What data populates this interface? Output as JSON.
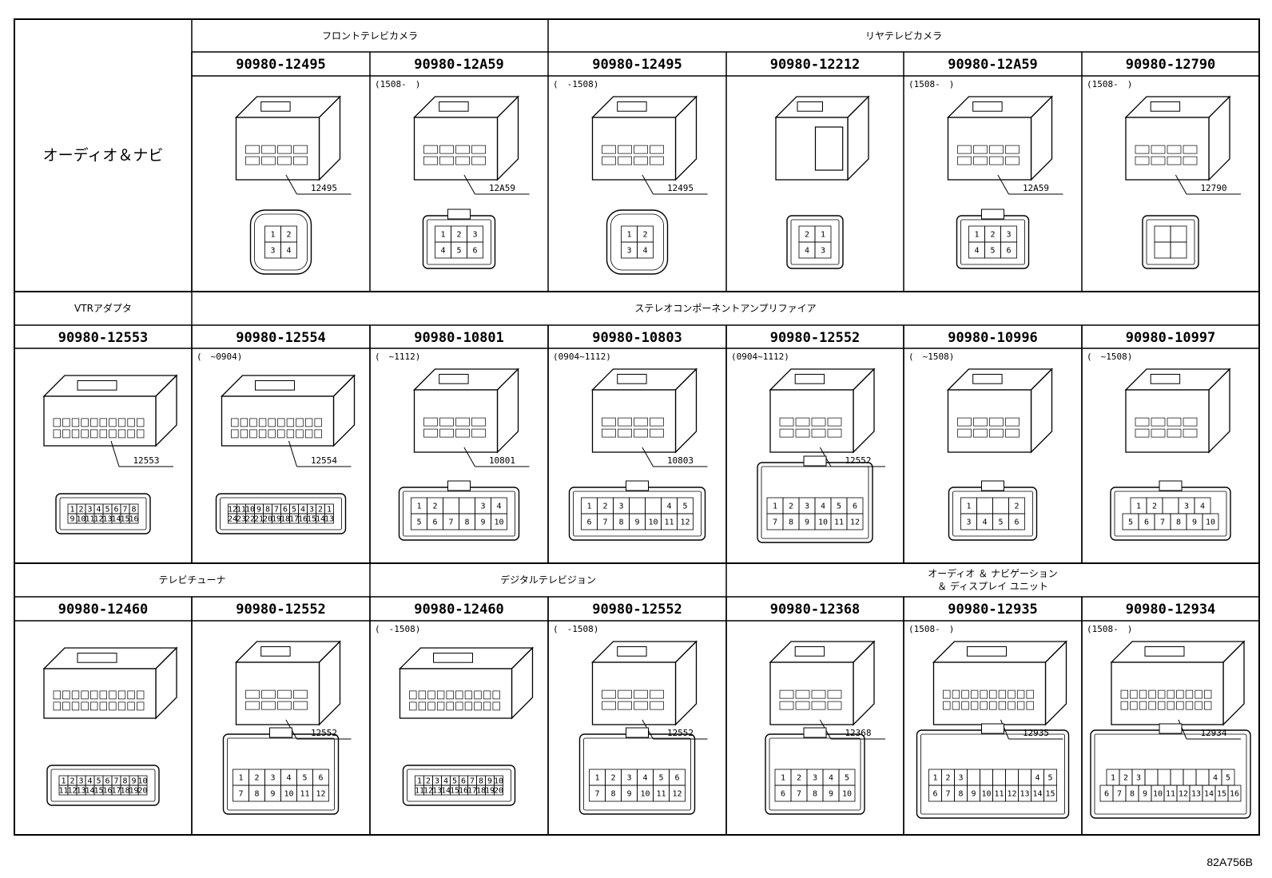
{
  "footer_code": "82A756B",
  "rows": [
    {
      "label": "オーディオ＆ナビ",
      "groups": [
        {
          "title": "フロントテレビカメラ",
          "span": 2
        },
        {
          "title": "リヤテレビカメラ",
          "span": 4
        }
      ],
      "cells": [
        {
          "part": "90980-12495",
          "note": "",
          "callout": "12495",
          "kind": "round",
          "pins": [
            [
              "1",
              "2"
            ],
            [
              "3",
              "4"
            ]
          ]
        },
        {
          "part": "90980-12A59",
          "note": "(1508-　)",
          "callout": "12A59",
          "kind": "hex",
          "pins": [
            [
              "1",
              "2",
              "3"
            ],
            [
              "4",
              "5",
              "6"
            ]
          ]
        },
        {
          "part": "90980-12495",
          "note": "(　-1508)",
          "callout": "12495",
          "kind": "round",
          "pins": [
            [
              "1",
              "2"
            ],
            [
              "3",
              "4"
            ]
          ]
        },
        {
          "part": "90980-12212",
          "note": "",
          "callout": "",
          "kind": "box",
          "pins": [
            [
              "2",
              "1"
            ],
            [
              "4",
              "3"
            ]
          ]
        },
        {
          "part": "90980-12A59",
          "note": "(1508-　)",
          "callout": "12A59",
          "kind": "hex",
          "pins": [
            [
              "1",
              "2",
              "3"
            ],
            [
              "4",
              "5",
              "6"
            ]
          ]
        },
        {
          "part": "90980-12790",
          "note": "(1508-　)",
          "callout": "12790",
          "kind": "wrap",
          "pins": [
            [
              "",
              ""
            ],
            [
              "",
              ""
            ]
          ]
        }
      ]
    },
    {
      "groups": [
        {
          "title": "VTRアダプタ",
          "span": 1
        },
        {
          "title": "ステレオコンポーネントアンプリファイア",
          "span": 6
        }
      ],
      "cells": [
        {
          "part": "90980-12553",
          "note": "",
          "callout": "12553",
          "kind": "dense",
          "pins": [
            [
              "1",
              "2",
              "3",
              "4",
              "5",
              "6",
              "7",
              "8"
            ],
            [
              "9",
              "10",
              "11",
              "12",
              "13",
              "14",
              "15",
              "16"
            ]
          ]
        },
        {
          "part": "90980-12554",
          "note": "(　~0904)",
          "callout": "12554",
          "kind": "dense",
          "pins": [
            [
              "12",
              "11",
              "10",
              "9",
              "8",
              "7",
              "6",
              "5",
              "4",
              "3",
              "2",
              "1"
            ],
            [
              "24",
              "23",
              "22",
              "21",
              "20",
              "19",
              "18",
              "17",
              "16",
              "15",
              "14",
              "13"
            ]
          ]
        },
        {
          "part": "90980-10801",
          "note": "(　~1112)",
          "callout": "10801",
          "kind": "latch",
          "pins": [
            [
              "1",
              "2",
              "",
              "",
              "3",
              "4"
            ],
            [
              "5",
              "6",
              "7",
              "8",
              "9",
              "10"
            ]
          ]
        },
        {
          "part": "90980-10803",
          "note": "(0904~1112)",
          "callout": "10803",
          "kind": "latch",
          "pins": [
            [
              "1",
              "2",
              "3",
              "",
              "",
              "4",
              "5"
            ],
            [
              "6",
              "7",
              "8",
              "9",
              "10",
              "11",
              "12"
            ]
          ]
        },
        {
          "part": "90980-12552",
          "note": "(0904~1112)",
          "callout": "12552",
          "kind": "tall",
          "pins": [
            [
              "1",
              "2",
              "3",
              "4",
              "5",
              "6"
            ],
            [
              "7",
              "8",
              "9",
              "10",
              "11",
              "12"
            ]
          ]
        },
        {
          "part": "90980-10996",
          "note": "(　~1508)",
          "callout": "",
          "kind": "square",
          "pins": [
            [
              "1",
              "",
              "",
              "2"
            ],
            [
              "3",
              "4",
              "5",
              "6"
            ]
          ]
        },
        {
          "part": "90980-10997",
          "note": "(　~1508)",
          "callout": "",
          "kind": "latch",
          "pins": [
            [
              "1",
              "2",
              "",
              "3",
              "4"
            ],
            [
              "5",
              "6",
              "7",
              "8",
              "9",
              "10"
            ]
          ]
        }
      ]
    },
    {
      "groups": [
        {
          "title": "テレビチューナ",
          "span": 2
        },
        {
          "title": "デジタルテレビジョン",
          "span": 2
        },
        {
          "title": "オーディオ ＆ ナビゲーション",
          "title2": "＆ ディスプレイ ユニット",
          "span": 3
        }
      ],
      "cells": [
        {
          "part": "90980-12460",
          "note": "",
          "callout": "",
          "kind": "dense",
          "pins": [
            [
              "1",
              "2",
              "3",
              "4",
              "5",
              "6",
              "7",
              "8",
              "9",
              "10"
            ],
            [
              "11",
              "12",
              "13",
              "14",
              "15",
              "16",
              "17",
              "18",
              "19",
              "20"
            ]
          ]
        },
        {
          "part": "90980-12552",
          "note": "",
          "callout": "12552",
          "kind": "tall",
          "pins": [
            [
              "1",
              "2",
              "3",
              "4",
              "5",
              "6"
            ],
            [
              "7",
              "8",
              "9",
              "10",
              "11",
              "12"
            ]
          ]
        },
        {
          "part": "90980-12460",
          "note": "(　-1508)",
          "callout": "",
          "kind": "dense",
          "pins": [
            [
              "1",
              "2",
              "3",
              "4",
              "5",
              "6",
              "7",
              "8",
              "9",
              "10"
            ],
            [
              "11",
              "12",
              "13",
              "14",
              "15",
              "16",
              "17",
              "18",
              "19",
              "20"
            ]
          ]
        },
        {
          "part": "90980-12552",
          "note": "(　-1508)",
          "callout": "12552",
          "kind": "tall",
          "pins": [
            [
              "1",
              "2",
              "3",
              "4",
              "5",
              "6"
            ],
            [
              "7",
              "8",
              "9",
              "10",
              "11",
              "12"
            ]
          ]
        },
        {
          "part": "90980-12368",
          "note": "",
          "callout": "12368",
          "kind": "tall",
          "pins": [
            [
              "1",
              "2",
              "3",
              "4",
              "5"
            ],
            [
              "6",
              "7",
              "8",
              "9",
              "10"
            ]
          ]
        },
        {
          "part": "90980-12935",
          "note": "(1508-　)",
          "callout": "12935",
          "kind": "wide",
          "pins": [
            [
              "1",
              "2",
              "3",
              "",
              "",
              "",
              "",
              "",
              "4",
              "5"
            ],
            [
              "6",
              "7",
              "8",
              "9",
              "10",
              "11",
              "12",
              "13",
              "14",
              "15"
            ]
          ]
        },
        {
          "part": "90980-12934",
          "note": "(1508-　)",
          "callout": "12934",
          "kind": "wide",
          "pins": [
            [
              "1",
              "2",
              "3",
              "",
              "",
              "",
              "",
              "",
              "4",
              "5"
            ],
            [
              "6",
              "7",
              "8",
              "9",
              "10",
              "11",
              "12",
              "13",
              "14",
              "15",
              "16"
            ]
          ]
        }
      ]
    }
  ]
}
